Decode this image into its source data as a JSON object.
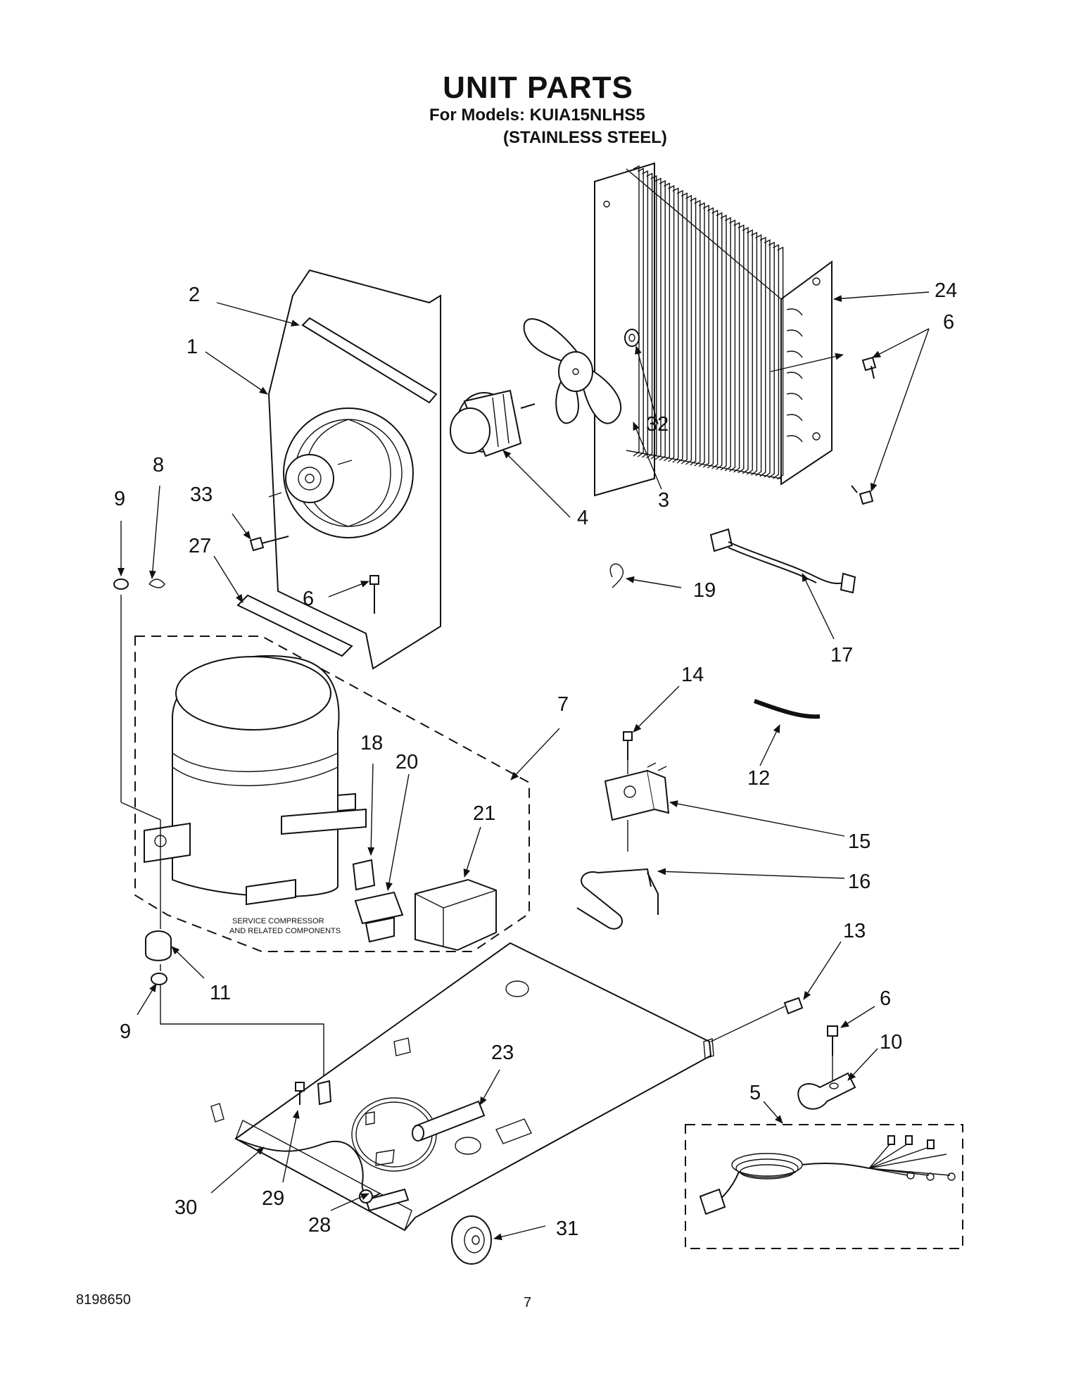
{
  "header": {
    "title": "UNIT PARTS",
    "models_line": "For Models: KUIA15NLHS5",
    "finish_line": "(STAINLESS STEEL)"
  },
  "diagram": {
    "group_note_line1": "SERVICE COMPRESSOR",
    "group_note_line2": "AND RELATED COMPONENTS",
    "callouts": {
      "c1": "1",
      "c2": "2",
      "c3": "3",
      "c4": "4",
      "c5": "5",
      "c6a": "6",
      "c6b": "6",
      "c6c": "6",
      "c7": "7",
      "c8": "8",
      "c9a": "9",
      "c9b": "9",
      "c10": "10",
      "c11": "11",
      "c12": "12",
      "c13": "13",
      "c14": "14",
      "c15": "15",
      "c16": "16",
      "c17": "17",
      "c18": "18",
      "c19": "19",
      "c20": "20",
      "c21": "21",
      "c23": "23",
      "c24": "24",
      "c27": "27",
      "c28": "28",
      "c29": "29",
      "c30": "30",
      "c31": "31",
      "c32": "32",
      "c33": "33"
    }
  },
  "footer": {
    "doc_number": "8198650",
    "page_number": "7"
  }
}
